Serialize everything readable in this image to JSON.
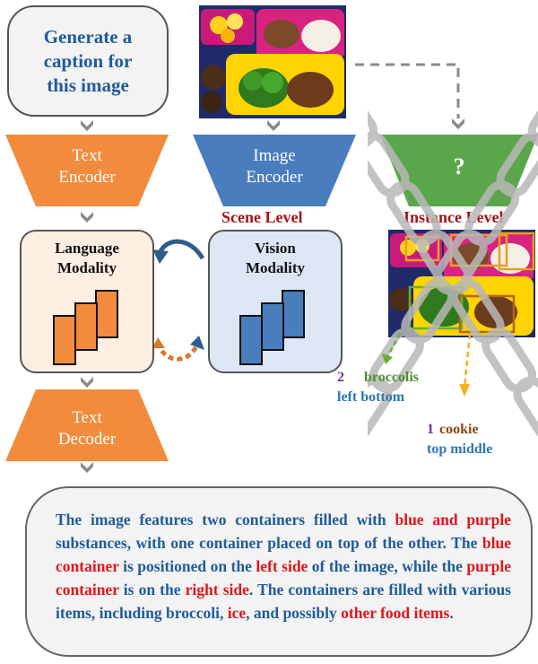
{
  "prompt": {
    "text": "Generate a caption for this image"
  },
  "text_encoder": {
    "line1": "Text",
    "line2": "Encoder"
  },
  "image_encoder": {
    "line1": "Image",
    "line2": "Encoder"
  },
  "instance_encoder": {
    "label": "?"
  },
  "levels": {
    "scene": "Scene Level",
    "instance": "Instance Level"
  },
  "language_modality": {
    "line1": "Language",
    "line2": "Modality"
  },
  "vision_modality": {
    "line1": "Vision",
    "line2": "Modality"
  },
  "text_decoder": {
    "line1": "Text",
    "line2": "Decoder"
  },
  "annotations": {
    "broccoli": {
      "count": "2",
      "name": "broccolis",
      "position": "left bottom"
    },
    "cookie": {
      "count": "1",
      "name": "cookie",
      "position": "top middle"
    }
  },
  "caption": {
    "parts": [
      {
        "text": "The image features two containers filled with ",
        "highlight": false
      },
      {
        "text": "blue and purple",
        "highlight": true
      },
      {
        "text": " substances, with one container placed on top of the other. The ",
        "highlight": false
      },
      {
        "text": "blue container",
        "highlight": true
      },
      {
        "text": " is positioned on the ",
        "highlight": false
      },
      {
        "text": "left side",
        "highlight": true
      },
      {
        "text": " of the image, while the ",
        "highlight": false
      },
      {
        "text": "purple container",
        "highlight": true
      },
      {
        "text": " is on the ",
        "highlight": false
      },
      {
        "text": "right side",
        "highlight": true
      },
      {
        "text": ". The containers are filled with various items, including broccoli, ",
        "highlight": false
      },
      {
        "text": "ice",
        "highlight": true
      },
      {
        "text": ", and possibly ",
        "highlight": false
      },
      {
        "text": "other food items",
        "highlight": true
      },
      {
        "text": ".",
        "highlight": false
      }
    ]
  },
  "colors": {
    "orange": "#f28c3c",
    "blue": "#4a7dbd",
    "green": "#5aa64a",
    "title_blue": "#1f5b9a",
    "highlight_red": "#e0161b",
    "level_red": "#a31515",
    "purple": "#7030a0",
    "green_text": "#4f8f2c",
    "brown": "#8b4513",
    "anno_blue": "#2e75b6"
  }
}
